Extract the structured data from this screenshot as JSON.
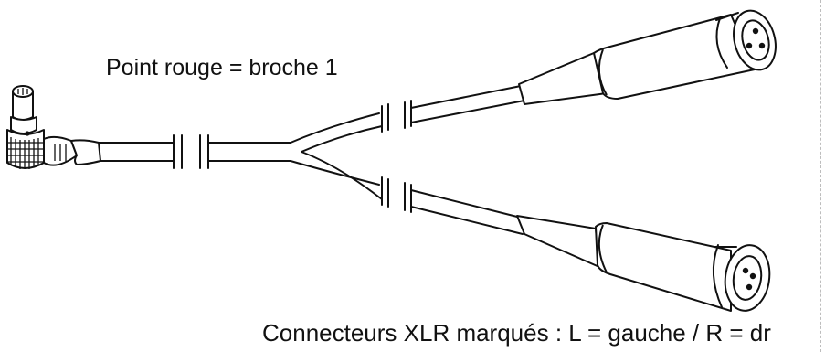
{
  "labels": {
    "pin_note": "Point rouge = broche 1",
    "xlr_note": "Connecteurs XLR marqués : L = gauche / R = dr"
  },
  "colors": {
    "line": "#111111",
    "background": "#ffffff",
    "pin1_marker": "#111111"
  },
  "parts": [
    {
      "name": "right-angle-multipin-connector",
      "icon": "multipin-plug-icon"
    },
    {
      "name": "main-cable",
      "icon": "cable-break-icon"
    },
    {
      "name": "xlr-female-connector-top",
      "icon": "xlr-connector-icon"
    },
    {
      "name": "xlr-female-connector-bottom",
      "icon": "xlr-connector-icon"
    }
  ]
}
